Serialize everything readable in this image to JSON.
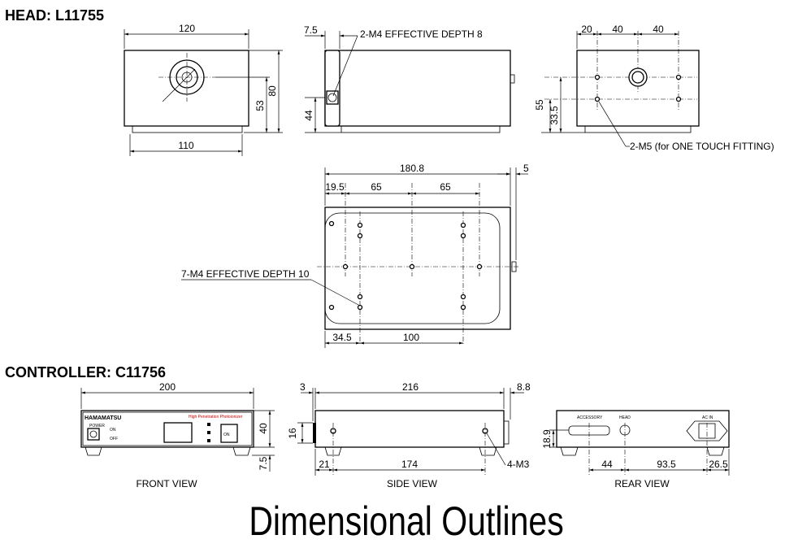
{
  "head_title": "HEAD: L11755",
  "controller_title": "CONTROLLER: C11756",
  "footer_title": "Dimensional Outlines",
  "head_front": {
    "width": "120",
    "base_width": "110",
    "center_height": "53",
    "height": "80"
  },
  "head_side": {
    "plate": "7.5",
    "note": "2-M4 EFFECTIVE DEPTH 8",
    "fitting_height": "44"
  },
  "head_rear": {
    "d1": "20",
    "d2": "40",
    "d3": "40",
    "h1": "55",
    "h2": "33.5",
    "note": "2-M5 (for ONE TOUCH FITTING)"
  },
  "head_bottom": {
    "length": "180.8",
    "knob": "5",
    "o1": "19.5",
    "p1": "65",
    "p2": "65",
    "o2": "34.5",
    "p3": "100",
    "note": "7-M4 EFFECTIVE DEPTH 10"
  },
  "ctrl_front": {
    "width": "200",
    "height": "40",
    "foot": "7.5",
    "label": "FRONT VIEW",
    "brand": "HAMAMATSU",
    "product": "High Penetration Photoionizer",
    "power": "POWER",
    "on": "ON",
    "off": "OFF"
  },
  "ctrl_side": {
    "d1": "3",
    "d2": "216",
    "d3": "8.8",
    "h": "16",
    "o1": "21",
    "o2": "174",
    "note": "4-M3",
    "label": "SIDE VIEW"
  },
  "ctrl_rear": {
    "h": "18.9",
    "d1": "44",
    "d2": "93.5",
    "d3": "26.5",
    "label": "REAR VIEW",
    "accessory": "ACCESSORY",
    "head": "HEAD",
    "acin": "AC IN"
  }
}
